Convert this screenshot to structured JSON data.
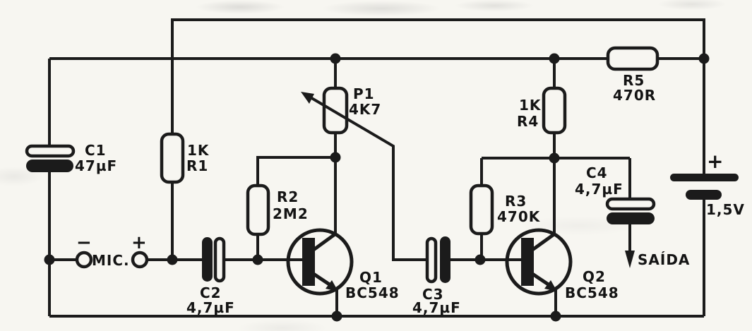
{
  "diagram": {
    "kind": "circuit-schematic",
    "subject": "Two-stage BC548 electret microphone amplifier",
    "ink_color": "#1b1b1b",
    "paper_color": "#f7f6f1"
  },
  "components": {
    "c1": {
      "ref": "C1",
      "value": "47µF",
      "kind": "electrolytic-capacitor"
    },
    "mic": {
      "label": "MIC.",
      "minus": "−",
      "plus": "+",
      "kind": "microphone-terminals"
    },
    "r1": {
      "ref": "R1",
      "value": "1K",
      "kind": "resistor"
    },
    "c2": {
      "ref": "C2",
      "value": "4,7µF",
      "kind": "electrolytic-capacitor"
    },
    "r2": {
      "ref": "R2",
      "value": "2M2",
      "kind": "resistor"
    },
    "p1": {
      "ref": "P1",
      "value": "4K7",
      "kind": "potentiometer"
    },
    "q1": {
      "ref": "Q1",
      "value": "BC548",
      "kind": "npn-transistor"
    },
    "c3": {
      "ref": "C3",
      "value": "4,7µF",
      "kind": "electrolytic-capacitor"
    },
    "r3": {
      "ref": "R3",
      "value": "470K",
      "kind": "resistor"
    },
    "q2": {
      "ref": "Q2",
      "value": "BC548",
      "kind": "npn-transistor"
    },
    "r4": {
      "ref": "R4",
      "value": "1K",
      "kind": "resistor"
    },
    "r5": {
      "ref": "R5",
      "value": "470R",
      "kind": "resistor"
    },
    "c4": {
      "ref": "C4",
      "value": "4,7µF",
      "kind": "electrolytic-capacitor"
    },
    "battery": {
      "plus": "+",
      "value": "1,5V",
      "kind": "battery-cell"
    },
    "output": {
      "label": "SAÍDA",
      "kind": "output-arrow"
    }
  }
}
